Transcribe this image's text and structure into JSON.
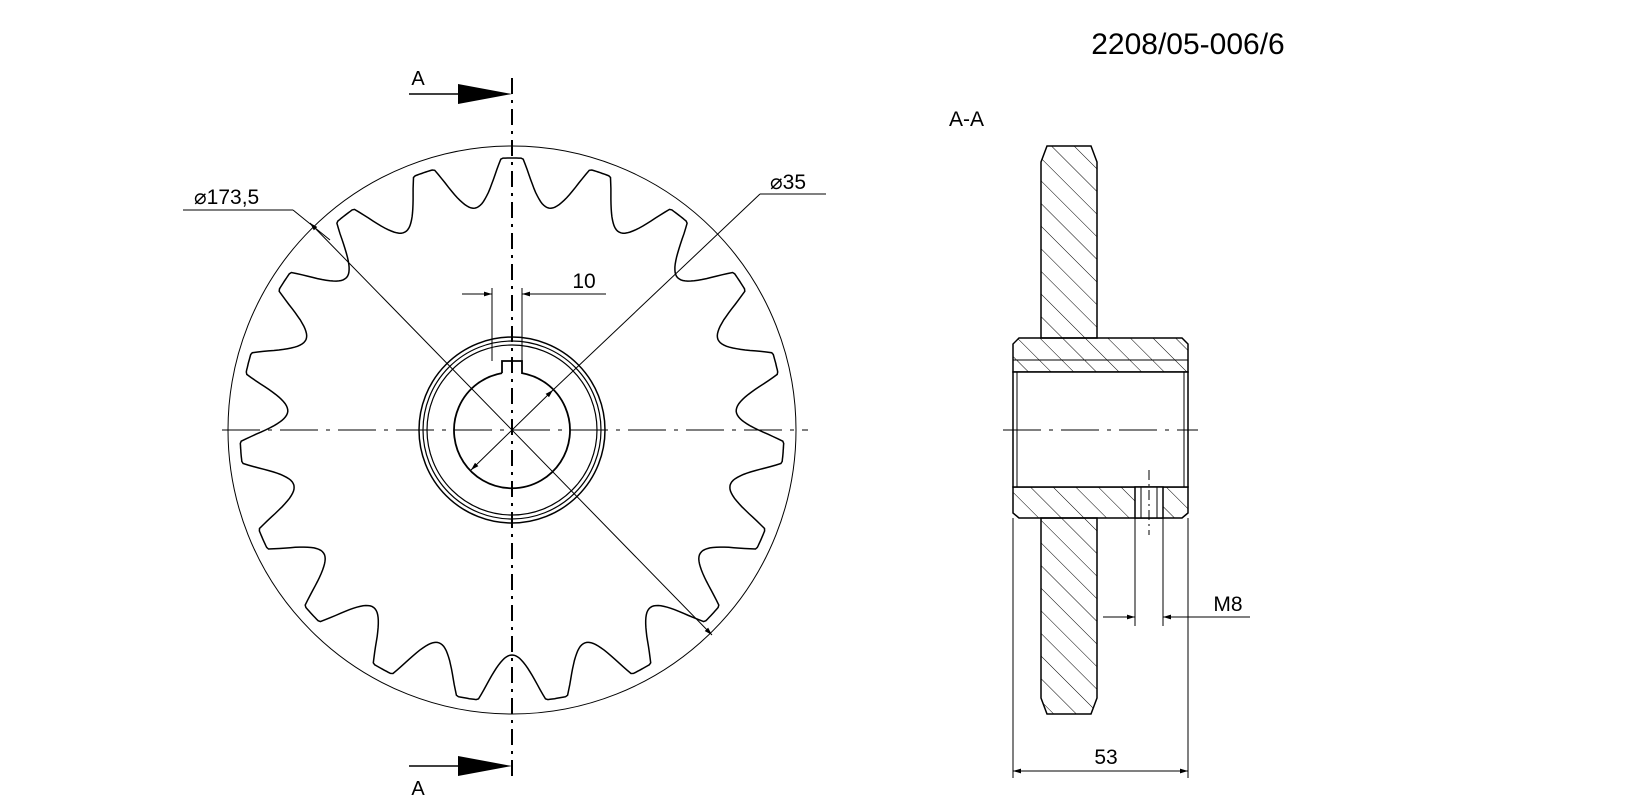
{
  "drawing_number": "2208/05-006/6",
  "section_label": "A-A",
  "cut_markers": [
    "A",
    "A"
  ],
  "dimensions": {
    "outer_diameter": "173,5",
    "bore_diameter": "35",
    "keyway_width": "10",
    "thread": "M8",
    "hub_length": "53"
  },
  "diameter_symbol": "⌀",
  "sprocket": {
    "teeth": 19
  },
  "colors": {
    "line": "#000000",
    "background": "#ffffff"
  }
}
